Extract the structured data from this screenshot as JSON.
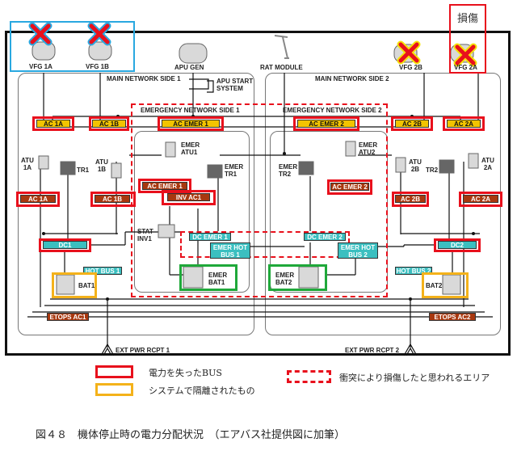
{
  "annotation": {
    "damaged_label": "損傷"
  },
  "generators": {
    "vfg_1a": "VFG 1A",
    "vfg_1b": "VFG 1B",
    "apu_gen": "APU GEN",
    "rat_module": "RAT MODULE",
    "vfg_2b": "VFG 2B",
    "vfg_2a": "VFG 2A",
    "apu_start_1": "APU START",
    "apu_start_2": "SYSTEM"
  },
  "networks": {
    "main_1": "MAIN NETWORK SIDE 1",
    "main_2": "MAIN NETWORK SIDE 2",
    "emer_1": "EMERGENCY NETWORK SIDE 1",
    "emer_2": "EMERGENCY NETWORK SIDE 2"
  },
  "buses": {
    "ac1a_top": "AC 1A",
    "ac1b_top": "AC 1B",
    "ac_emer1_top": "AC EMER 1",
    "ac_emer2_top": "AC EMER 2",
    "ac2b_top": "AC 2B",
    "ac2a_top": "AC 2A",
    "ac1a_low": "AC 1A",
    "ac1b_low": "AC 1B",
    "ac_emer1_low": "AC EMER 1",
    "inv_ac1": "INV AC1",
    "ac_emer2_low": "AC EMER 2",
    "ac2b_low": "AC 2B",
    "ac2a_low": "AC 2A",
    "dc1": "DC1",
    "dc_emer1": "DC EMER 1",
    "dc_emer2": "DC EMER 2",
    "dc2": "DC2",
    "emer_hot_bus1_a": "EMER HOT",
    "emer_hot_bus1_b": "BUS 1",
    "emer_hot_bus2_a": "EMER HOT",
    "emer_hot_bus2_b": "BUS 2",
    "hot_bus1": "HOT BUS 1",
    "hot_bus2": "HOT BUS 2",
    "etops_ac1": "ETOPS AC1",
    "etops_ac2": "ETOPS AC2"
  },
  "components": {
    "atu1a": [
      "ATU",
      "1A"
    ],
    "tr1": "TR1",
    "atu1b": [
      "ATU",
      "1B"
    ],
    "emer_atu1": [
      "EMER",
      "ATU1"
    ],
    "emer_tr1": [
      "EMER",
      "TR1"
    ],
    "emer_tr2": [
      "EMER",
      "TR2"
    ],
    "emer_atu2": [
      "EMER",
      "ATU2"
    ],
    "atu2b": [
      "ATU",
      "2B"
    ],
    "tr2": "TR2",
    "atu2a": [
      "ATU",
      "2A"
    ],
    "stat_inv1": [
      "STAT",
      "INV1"
    ],
    "bat1": "BAT1",
    "emer_bat1": [
      "EMER",
      "BAT1"
    ],
    "emer_bat2": [
      "EMER",
      "BAT2"
    ],
    "bat2": "BAT2",
    "ext_pwr_1": "EXT PWR RCPT 1",
    "ext_pwr_2": "EXT PWR RCPT 2"
  },
  "legend": {
    "lost_power": "電力を失ったBUS",
    "isolated": "システムで隔離されたもの",
    "damaged_area": "衝突により損傷したと思われるエリア"
  },
  "caption": "図４８　機体停止時の電力分配状況　（エアバス社提供図に加筆）",
  "colors": {
    "lost_power": "#e8101c",
    "isolated": "#f4b21a",
    "emer_battery": "#1fa83a",
    "engine_box": "#29a8e0",
    "ac_bus": "#f2c400",
    "dc_bus": "#3bbfc0"
  }
}
